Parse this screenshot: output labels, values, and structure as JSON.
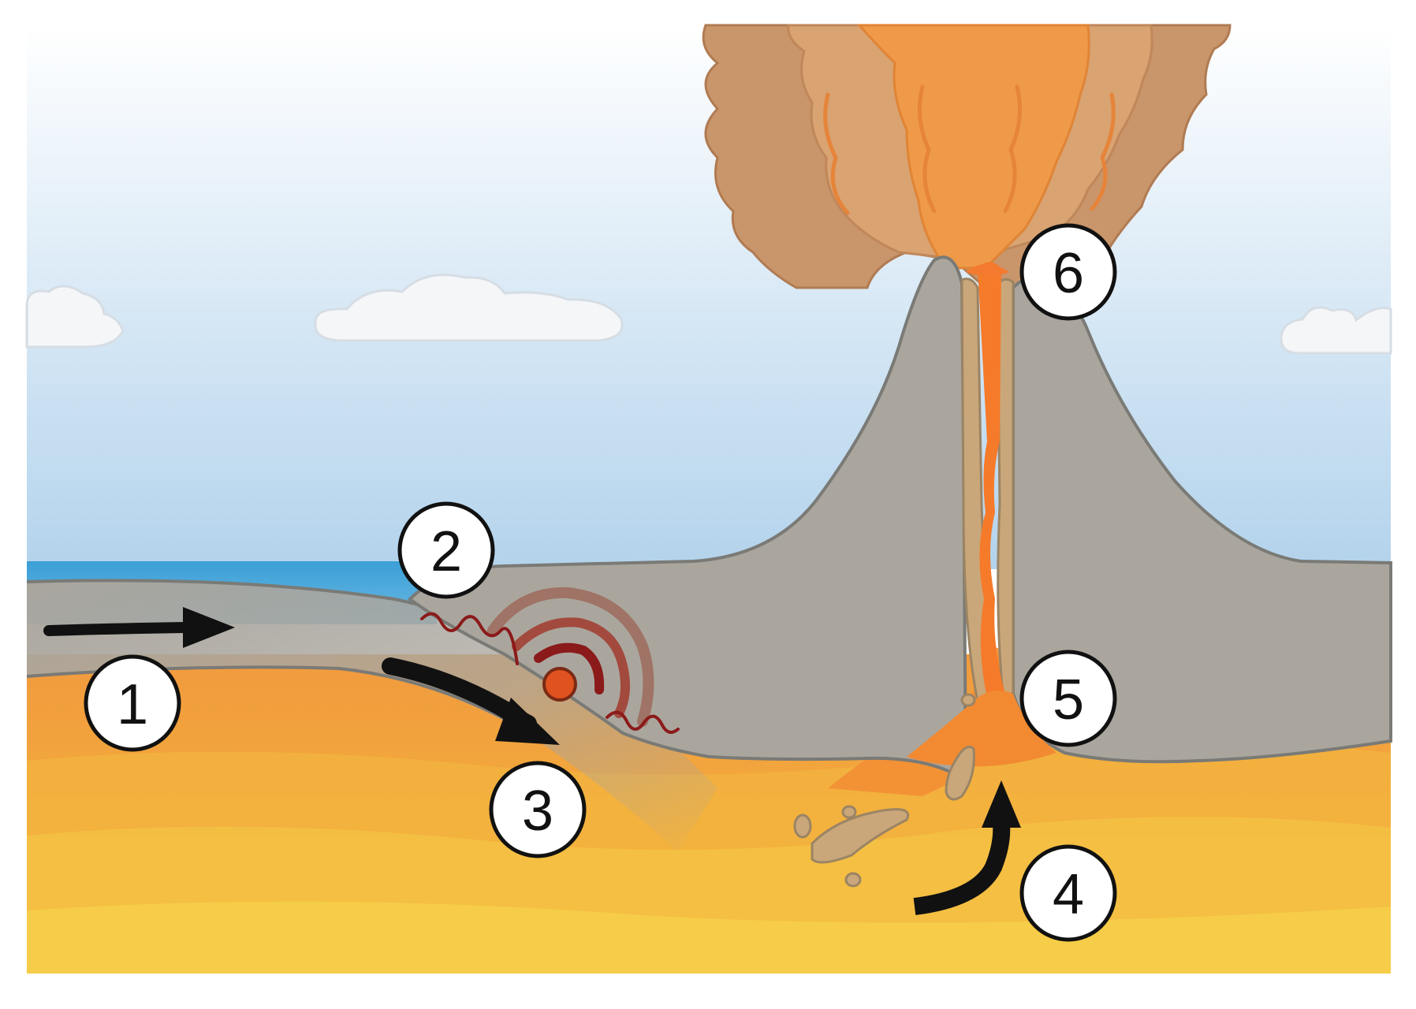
{
  "diagram": {
    "markers": [
      {
        "id": "marker-1",
        "label": "1"
      },
      {
        "id": "marker-2",
        "label": "2"
      },
      {
        "id": "marker-3",
        "label": "3"
      },
      {
        "id": "marker-4",
        "label": "4"
      },
      {
        "id": "marker-5",
        "label": "5"
      },
      {
        "id": "marker-6",
        "label": "6"
      }
    ]
  },
  "colors": {
    "sky_top": "#ffffff",
    "sky_bottom": "#b3d3ec",
    "ocean": "#4aa7d8",
    "plate_gray": "#aaa69e",
    "plate_outline": "#7a7a76",
    "crust_tan": "#c9a77a",
    "mantle_orange": "#f19a3e",
    "mantle_yellow": "#f5c842",
    "magma": "#f57a2a",
    "ash_plume": "#c9956a",
    "arrow": "#111111",
    "seismic_red": "#8b1a1a",
    "quake_focus": "#e0521f"
  },
  "icons": [
    "plate-motion-arrow-icon",
    "subduction-arrow-icon",
    "magma-rise-arrow-icon",
    "earthquake-wave-icon",
    "earthquake-focus-icon"
  ]
}
